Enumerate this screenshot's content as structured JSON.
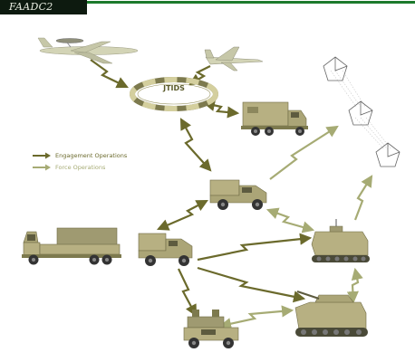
{
  "header": {
    "title": "FAADC2"
  },
  "legend": {
    "engagement": {
      "label": "Engagement Operations",
      "color": "#6b6a2c"
    },
    "force": {
      "label": "Force Operations",
      "color": "#a6ab74"
    }
  },
  "nodes": {
    "jtids_label": "JTIDS"
  },
  "colors": {
    "olive": "#b7b082",
    "olive_dark": "#7d7a4e",
    "zigzag_dark": "#6b6a2c",
    "zigzag_light": "#a6ab74",
    "aircraft": "#d3d4b6",
    "title_green": "#1c7a2c",
    "title_bg": "#0d1a0f"
  }
}
